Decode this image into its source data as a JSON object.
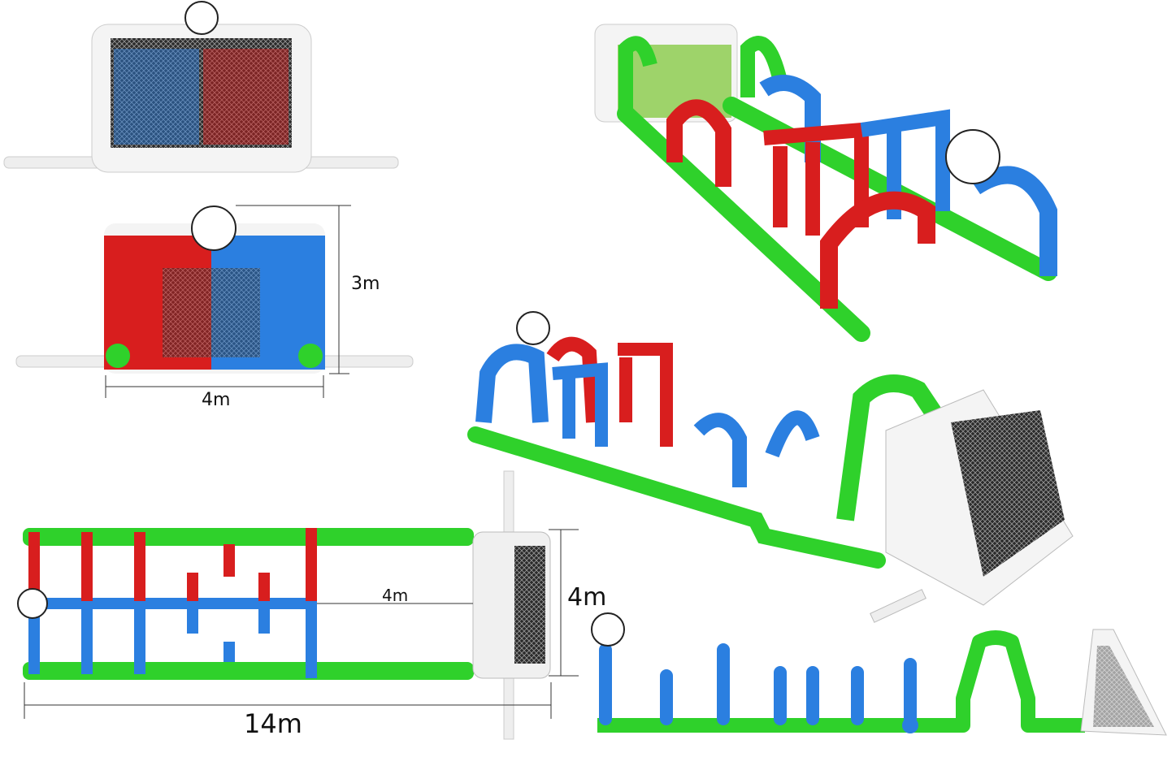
{
  "dimensions": {
    "front_height": "3m",
    "front_width": "4m",
    "top_inner_width": "4m",
    "top_goal_width": "4m",
    "top_length": "14m"
  },
  "colors": {
    "green": "#2fd12b",
    "blue": "#2b7fe0",
    "red": "#d81e1e",
    "white": "#f2f2f2",
    "net": "#333333"
  }
}
